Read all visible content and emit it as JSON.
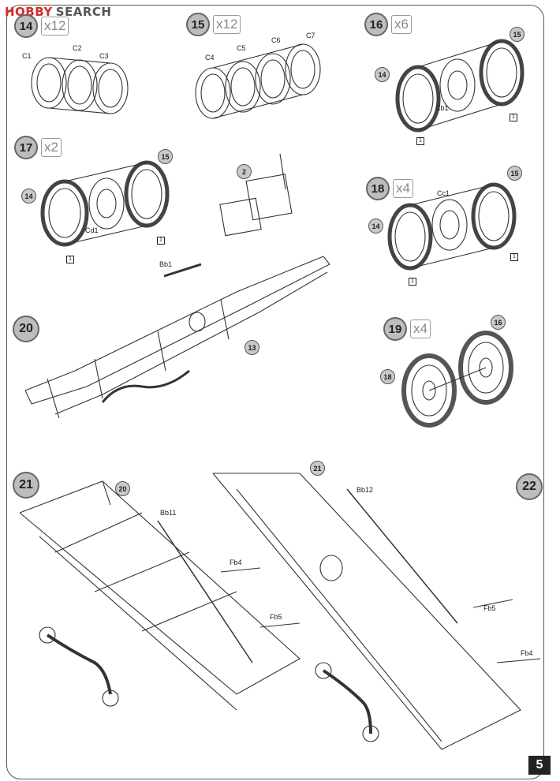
{
  "watermark": {
    "brand": "HOBBY",
    "search": "SEARCH"
  },
  "steps": [
    {
      "num": "14",
      "mult": "x12"
    },
    {
      "num": "15",
      "mult": "x12"
    },
    {
      "num": "16",
      "mult": "x6"
    },
    {
      "num": "17",
      "mult": "x2"
    },
    {
      "num": "18",
      "mult": "x4"
    },
    {
      "num": "19",
      "mult": "x4"
    },
    {
      "num": "20",
      "mult": ""
    },
    {
      "num": "21",
      "mult": ""
    },
    {
      "num": "22",
      "mult": ""
    }
  ],
  "labels": {
    "c1": "C1",
    "c2": "C2",
    "c3": "C3",
    "c4": "C4",
    "c5": "C5",
    "c6": "C6",
    "c7": "C7",
    "cb1": "Cb1",
    "cd1": "Cd1",
    "cc1": "Cc1",
    "bb1": "Bb1",
    "bb11": "Bb11",
    "bb12": "Bb12",
    "fb4": "Fb4",
    "fb5": "Fb5"
  },
  "part_refs": [
    "14",
    "15",
    "14",
    "15",
    "14",
    "15",
    "2",
    "13",
    "16",
    "18",
    "20",
    "21"
  ],
  "marker": "1",
  "page_number": "5"
}
